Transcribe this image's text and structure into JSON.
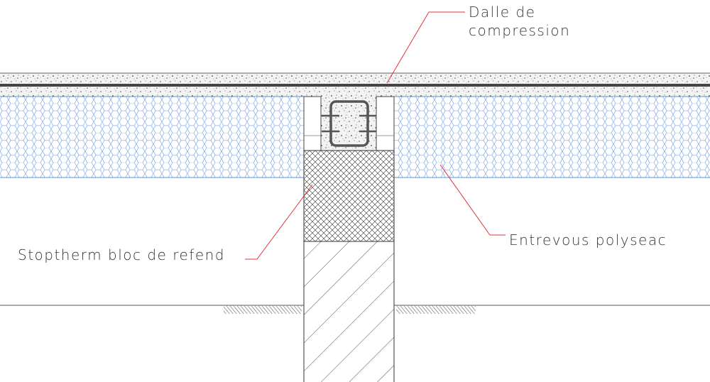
{
  "labels": {
    "dalle_line1": "Dalle de",
    "dalle_line2": "compression",
    "entrevous": "Entrevous polyseac",
    "stoptherm": "Stoptherm bloc de refend"
  },
  "colors": {
    "leader": "#e0343a",
    "insulation": "#5b8fd6",
    "line": "#333333"
  }
}
